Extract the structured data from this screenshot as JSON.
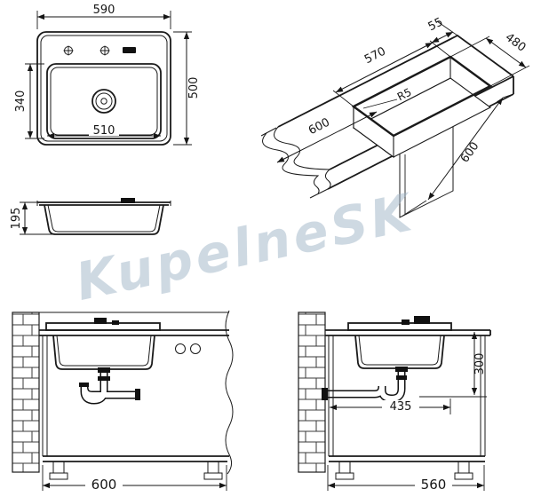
{
  "watermark": "KupelneSK",
  "views": {
    "top": {
      "width": "590",
      "height": "500",
      "bowl_width": "510",
      "bowl_height": "340"
    },
    "profile": {
      "depth": "195"
    },
    "iso": {
      "edge_offset": "55",
      "cutout_width": "480",
      "cutout_length": "570",
      "corner_radius": "R5",
      "counter_length": "600",
      "counter_depth": "600"
    },
    "front_install": {
      "cabinet_width": "600"
    },
    "side_install": {
      "clearance_height": "300",
      "clearance_depth": "435",
      "cabinet_depth": "560"
    }
  }
}
